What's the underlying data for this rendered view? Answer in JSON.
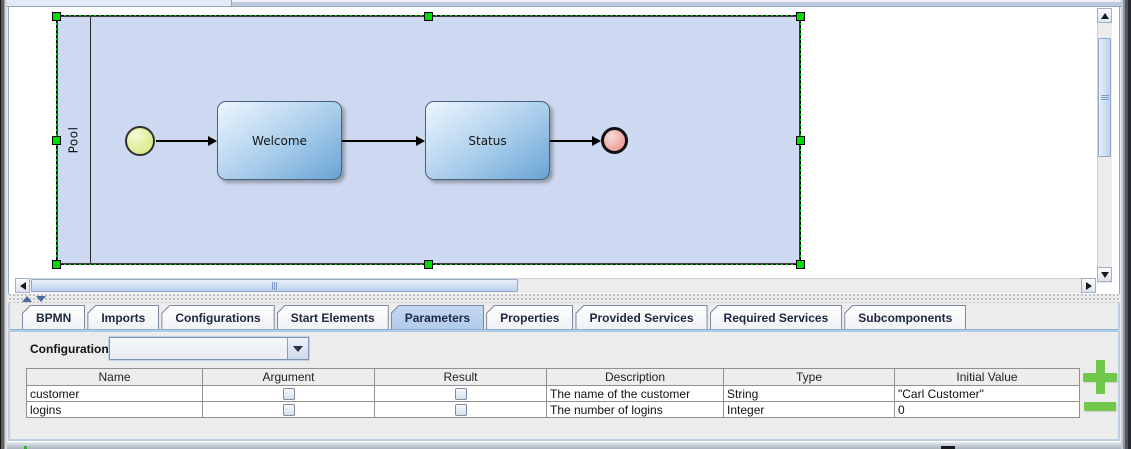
{
  "editor": {
    "pool": {
      "label": "Pool"
    },
    "tasks": [
      {
        "label": "Welcome"
      },
      {
        "label": "Status"
      }
    ],
    "selection": {
      "handle_color": "#00dd00",
      "handle_count": 8
    }
  },
  "panel": {
    "tabs": [
      {
        "label": "BPMN",
        "selected": false
      },
      {
        "label": "Imports",
        "selected": false
      },
      {
        "label": "Configurations",
        "selected": false
      },
      {
        "label": "Start Elements",
        "selected": false
      },
      {
        "label": "Parameters",
        "selected": true
      },
      {
        "label": "Properties",
        "selected": false
      },
      {
        "label": "Provided Services",
        "selected": false
      },
      {
        "label": "Required Services",
        "selected": false
      },
      {
        "label": "Subcomponents",
        "selected": false
      }
    ],
    "configuration_label": "Configuration",
    "configuration_value": "",
    "table": {
      "columns": [
        "Name",
        "Argument",
        "Result",
        "Description",
        "Type",
        "Initial Value"
      ],
      "rows": [
        {
          "name": "customer",
          "argument_checked": false,
          "result_checked": false,
          "description": "The name of the customer",
          "type": "String",
          "initial_value": "\"Carl Customer\""
        },
        {
          "name": "logins",
          "argument_checked": false,
          "result_checked": false,
          "description": "The number of logins",
          "type": "Integer",
          "initial_value": "0"
        }
      ]
    }
  },
  "colors": {
    "pool_fill": "#cdd9f1",
    "task_gradient_start": "#eef6fe",
    "task_gradient_end": "#68a4d4",
    "start_event_fill": "#d4e67f",
    "end_event_fill": "#e68f8a",
    "selection_green": "#00dd00",
    "selected_tab_fill": "#b2cbea",
    "action_button_green": "#70c74a"
  }
}
